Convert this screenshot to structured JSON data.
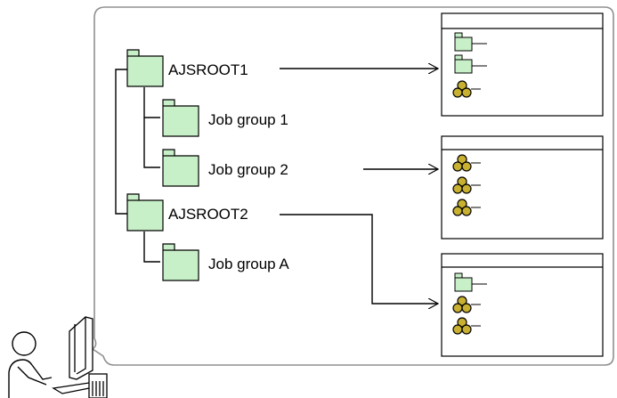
{
  "tree": {
    "nodes": [
      {
        "label": "AJSROOT1"
      },
      {
        "label": "Job group 1"
      },
      {
        "label": "Job group 2"
      },
      {
        "label": "AJSROOT2"
      },
      {
        "label": "Job group A"
      }
    ]
  },
  "windows": [
    {
      "items": [
        "folder-icon",
        "folder-icon",
        "job-net-icon"
      ]
    },
    {
      "items": [
        "job-net-icon",
        "job-net-icon",
        "job-net-icon"
      ]
    },
    {
      "items": [
        "folder-icon",
        "job-net-icon",
        "job-net-icon"
      ]
    }
  ],
  "colors": {
    "folder_fill": "#c8f0c8",
    "job_net_fill": "#c8b030",
    "line": "#000000",
    "panel_border": "#909090"
  }
}
